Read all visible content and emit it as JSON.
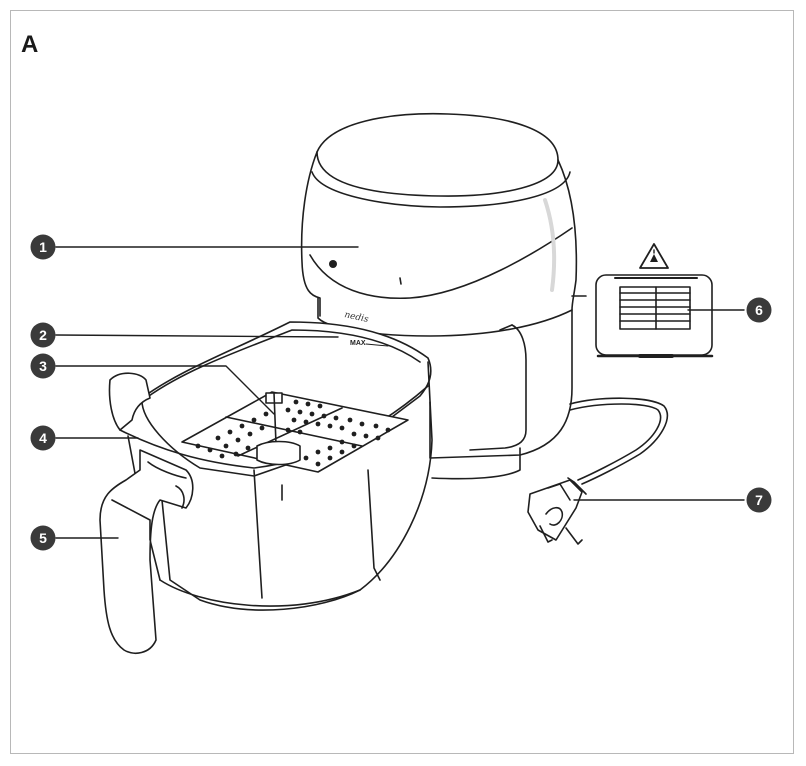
{
  "figure": {
    "letter": "A",
    "product_logo": "nedis",
    "max_marking": "MAX"
  },
  "callouts": [
    {
      "number": "1"
    },
    {
      "number": "2"
    },
    {
      "number": "3"
    },
    {
      "number": "4"
    },
    {
      "number": "5"
    },
    {
      "number": "6"
    },
    {
      "number": "7"
    }
  ],
  "colors": {
    "line": "#1f1f1f",
    "callout_fill": "#3a3a3a",
    "frame": "#b8b8b8"
  },
  "icons": {
    "warning": "hot-surface-warning-icon"
  }
}
